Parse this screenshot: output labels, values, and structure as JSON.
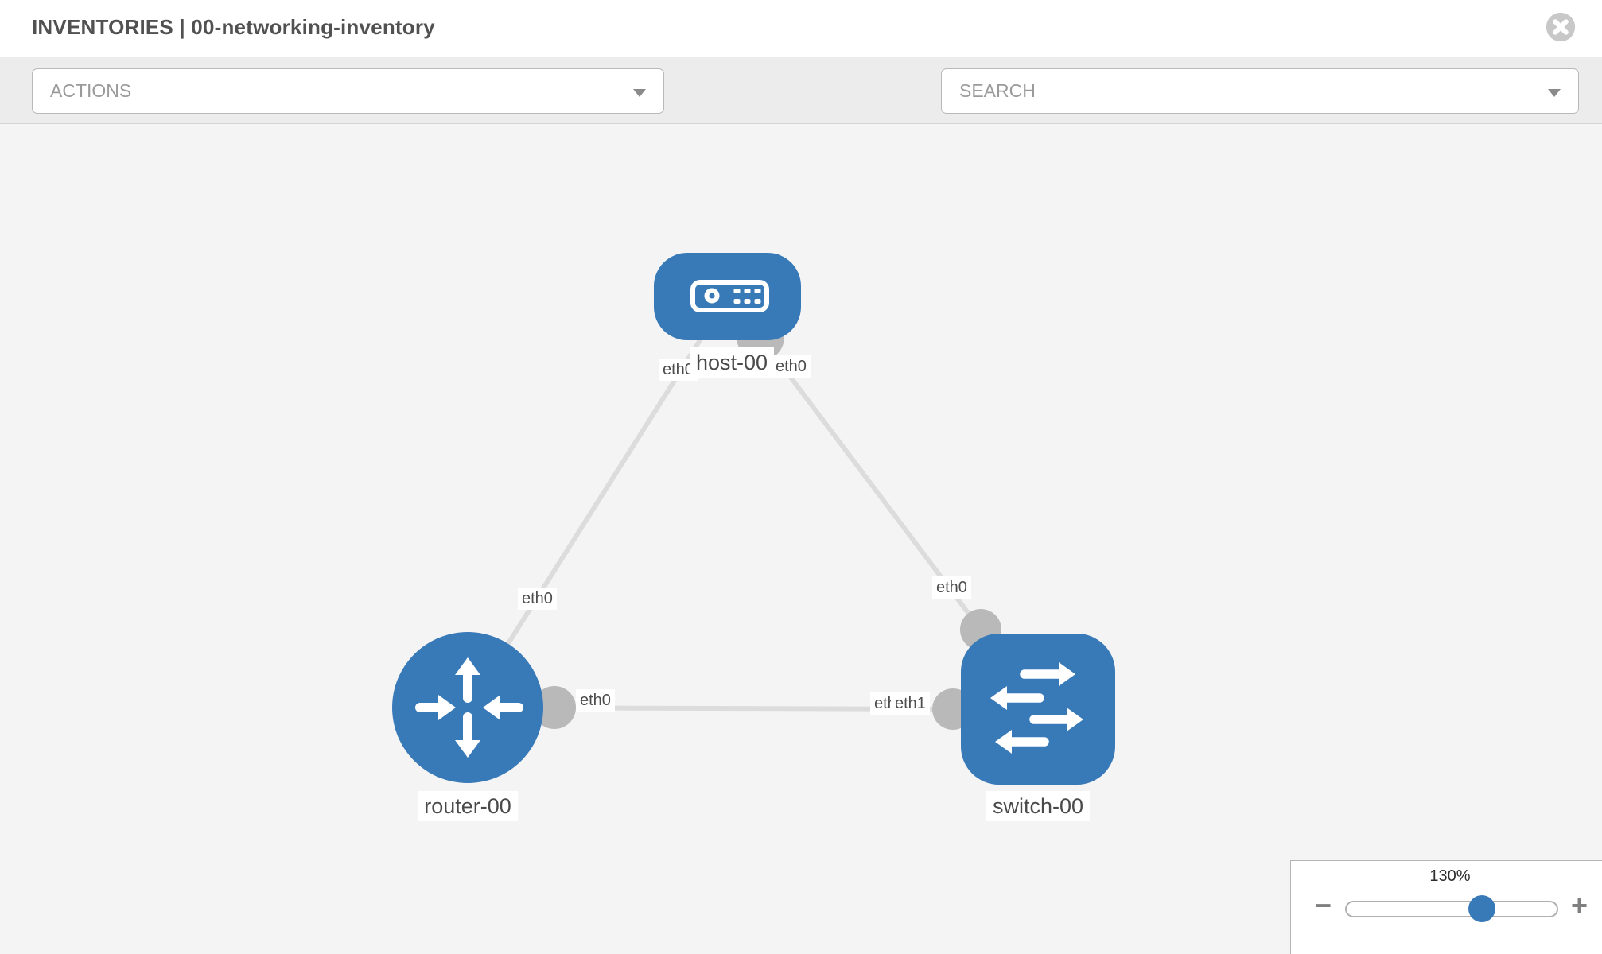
{
  "header": {
    "title": "INVENTORIES | 00-networking-inventory",
    "close_icon": "x-circle"
  },
  "toolbar": {
    "actions_label": "ACTIONS",
    "search_label": "SEARCH",
    "wrench_icon": "wrench",
    "key_icon": "key",
    "caret_icon": "chevron-down"
  },
  "topology": {
    "nodes": [
      {
        "id": "host-00",
        "type": "host",
        "label": "host-00"
      },
      {
        "id": "router-00",
        "type": "router",
        "label": "router-00"
      },
      {
        "id": "switch-00",
        "type": "switch",
        "label": "switch-00"
      }
    ],
    "links": [
      {
        "from": "host-00",
        "to": "router-00",
        "from_iface": "eth0",
        "to_iface": "eth0"
      },
      {
        "from": "host-00",
        "to": "switch-00",
        "from_iface": "eth0",
        "to_iface": "eth0"
      },
      {
        "from": "router-00",
        "to": "switch-00",
        "from_iface": "eth0",
        "to_iface": "eth1"
      }
    ],
    "switch_left_overlapped_iface": "eth0"
  },
  "zoom": {
    "level": "130%",
    "minus_icon": "−",
    "plus_icon": "+"
  },
  "colors": {
    "node_blue": "#3879b8",
    "port_gray": "#b9b9b9",
    "link_gray": "#dcdcdc",
    "canvas_bg": "#f4f4f4",
    "toolbar_bg": "#ececec"
  }
}
